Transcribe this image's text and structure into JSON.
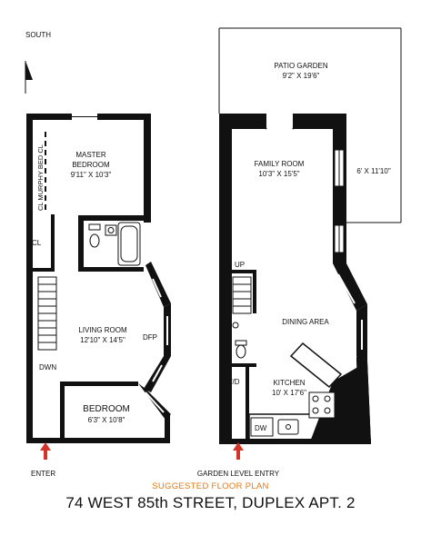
{
  "compass": {
    "label": "SOUTH"
  },
  "upper_level": {
    "closet_label": "CL",
    "murphy_label": "CL MURPHY BED CL",
    "closet2_label": "CL",
    "master_bedroom": {
      "name_line1": "MASTER",
      "name_line2": "BEDROOM",
      "dims": "9'11\" X 10'3\""
    },
    "living_room": {
      "name": "LIVING ROOM",
      "dims": "12'10\" X 14'5\""
    },
    "fireplace_label": "DFP",
    "stair_label": "DWN",
    "bedroom": {
      "name": "BEDROOM",
      "dims": "6'3\" X 10'8\""
    },
    "entry_label": "ENTER"
  },
  "garden_level": {
    "patio": {
      "name": "PATIO GARDEN",
      "dims": "9'2\" X 19'6\""
    },
    "family_room": {
      "name": "FAMILY ROOM",
      "dims": "10'3\" X 15'5\""
    },
    "side_space_dims": "6' X 11'10\"",
    "stair_label": "UP",
    "dining_label": "DINING AREA",
    "washer_dryer_label": "W/D",
    "kitchen": {
      "name": "KITCHEN",
      "dims": "10' X 17'6\""
    },
    "dishwasher_label": "DW",
    "entry_label": "GARDEN LEVEL ENTRY"
  },
  "footer": {
    "suggested": "SUGGESTED FLOOR PLAN",
    "address": "74 WEST 85th STREET,  DUPLEX APT. 2"
  },
  "colors": {
    "wall": "#111111",
    "entry_arrow": "#d2342a",
    "accent_text": "#e07a1a"
  }
}
